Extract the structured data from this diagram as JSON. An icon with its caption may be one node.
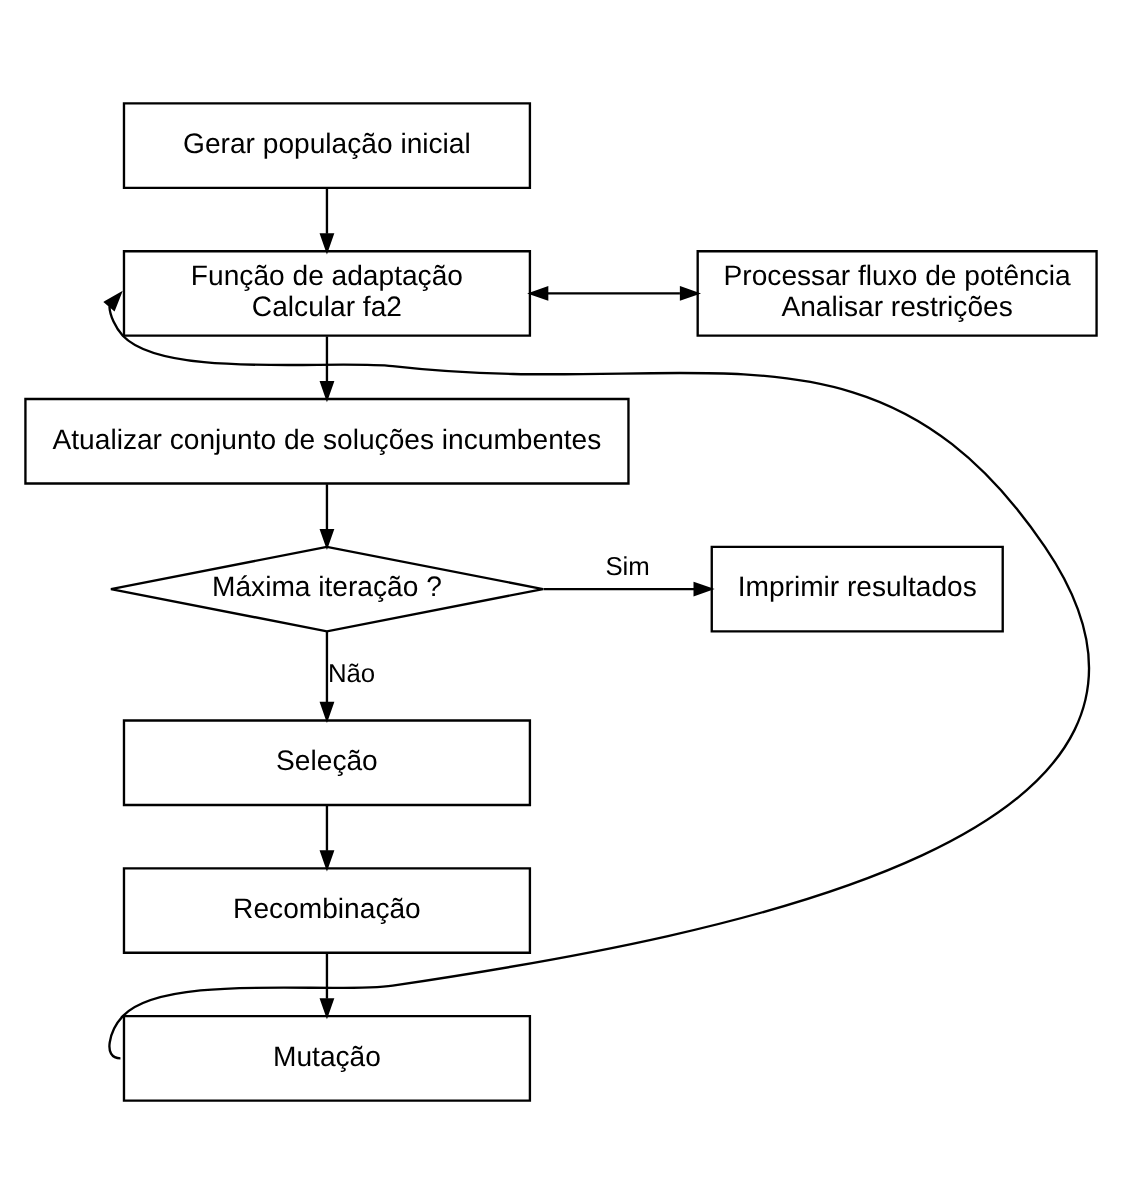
{
  "diagram": {
    "nodes": [
      {
        "text": [
          "Gerar população inicial"
        ]
      },
      {
        "text": [
          "Função de adaptação",
          "Calcular fa2"
        ]
      },
      {
        "text": [
          "Processar fluxo de potência",
          "Analisar restrições"
        ]
      },
      {
        "text": [
          "Atualizar conjunto de soluções incumbentes"
        ]
      },
      {
        "text": [
          "Máxima iteração ?"
        ]
      },
      {
        "text": [
          "Imprimir resultados"
        ]
      },
      {
        "text": [
          "Seleção"
        ]
      },
      {
        "text": [
          "Recombinação"
        ]
      },
      {
        "text": [
          "Mutação"
        ]
      }
    ],
    "edges": [
      {
        "from": 0,
        "to": 1,
        "arrow": "to"
      },
      {
        "from": 1,
        "to": 2,
        "arrow": "both"
      },
      {
        "from": 1,
        "to": 3,
        "arrow": "to"
      },
      {
        "from": 3,
        "to": 4,
        "arrow": "to"
      },
      {
        "from": 4,
        "to": 5,
        "arrow": "to",
        "label": "Sim"
      },
      {
        "from": 4,
        "to": 6,
        "arrow": "to",
        "label": "Não"
      },
      {
        "from": 6,
        "to": 7,
        "arrow": "to"
      },
      {
        "from": 7,
        "to": 8,
        "arrow": "to"
      },
      {
        "from": 8,
        "to": 1,
        "arrow": "to"
      }
    ]
  }
}
